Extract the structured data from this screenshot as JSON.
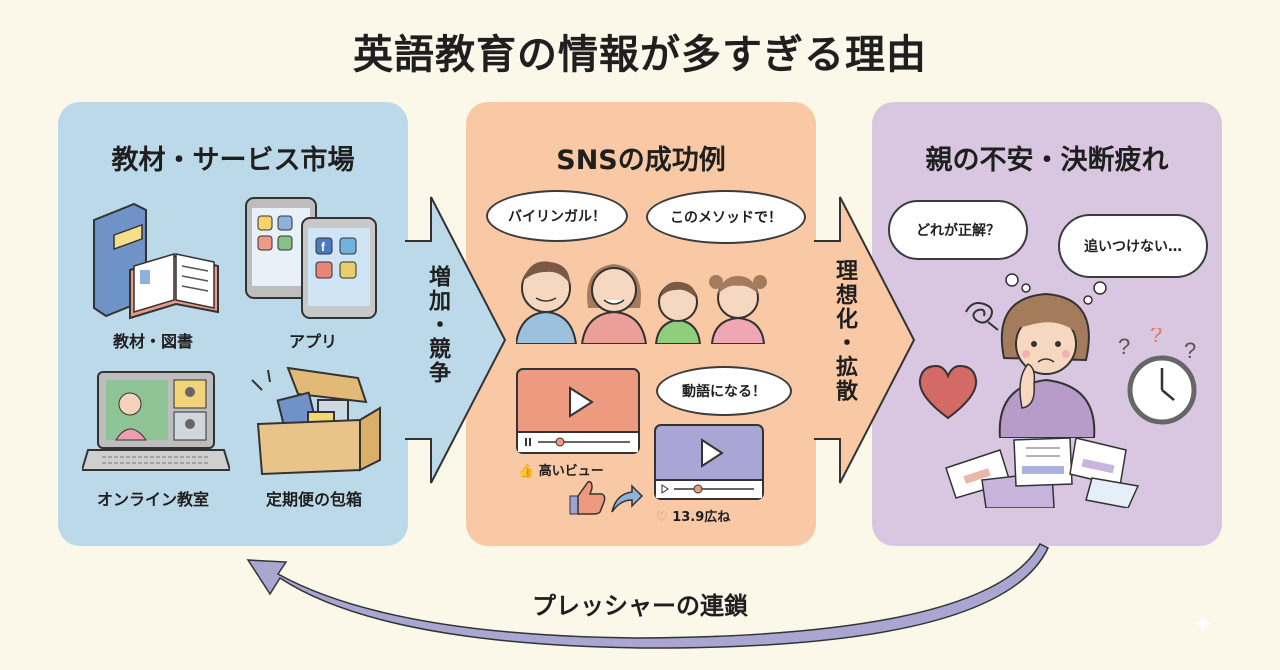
{
  "title": "英語教育の情報が多すぎる理由",
  "panels": {
    "left": {
      "title": "教材・サービス市場",
      "color": "#bcd9e9",
      "items": [
        {
          "label": "教材・図書",
          "icon": "books-icon"
        },
        {
          "label": "アプリ",
          "icon": "tablets-icon"
        },
        {
          "label": "オンライン教室",
          "icon": "laptop-video-call-icon"
        },
        {
          "label": "定期便の包箱",
          "icon": "subscription-box-icon"
        }
      ]
    },
    "mid": {
      "title": "SNSの成功例",
      "color": "#f8c9a4",
      "bubbles": [
        "バイリンガル！",
        "このメソッドで！",
        "動語になる！"
      ],
      "video_labels": {
        "views": "高いビュー",
        "likes": "13.9広ね"
      }
    },
    "right": {
      "title": "親の不安・決断疲れ",
      "color": "#d9c7e1",
      "thoughts": [
        "どれが正解？",
        "追いつけない…"
      ]
    }
  },
  "arrows": {
    "first": "増加・競争",
    "second": "理想化・拡散",
    "loop": "プレッシャーの連鎖"
  },
  "colors": {
    "background": "#fbf8ea",
    "loop_arrow": "#a9a6d2"
  }
}
